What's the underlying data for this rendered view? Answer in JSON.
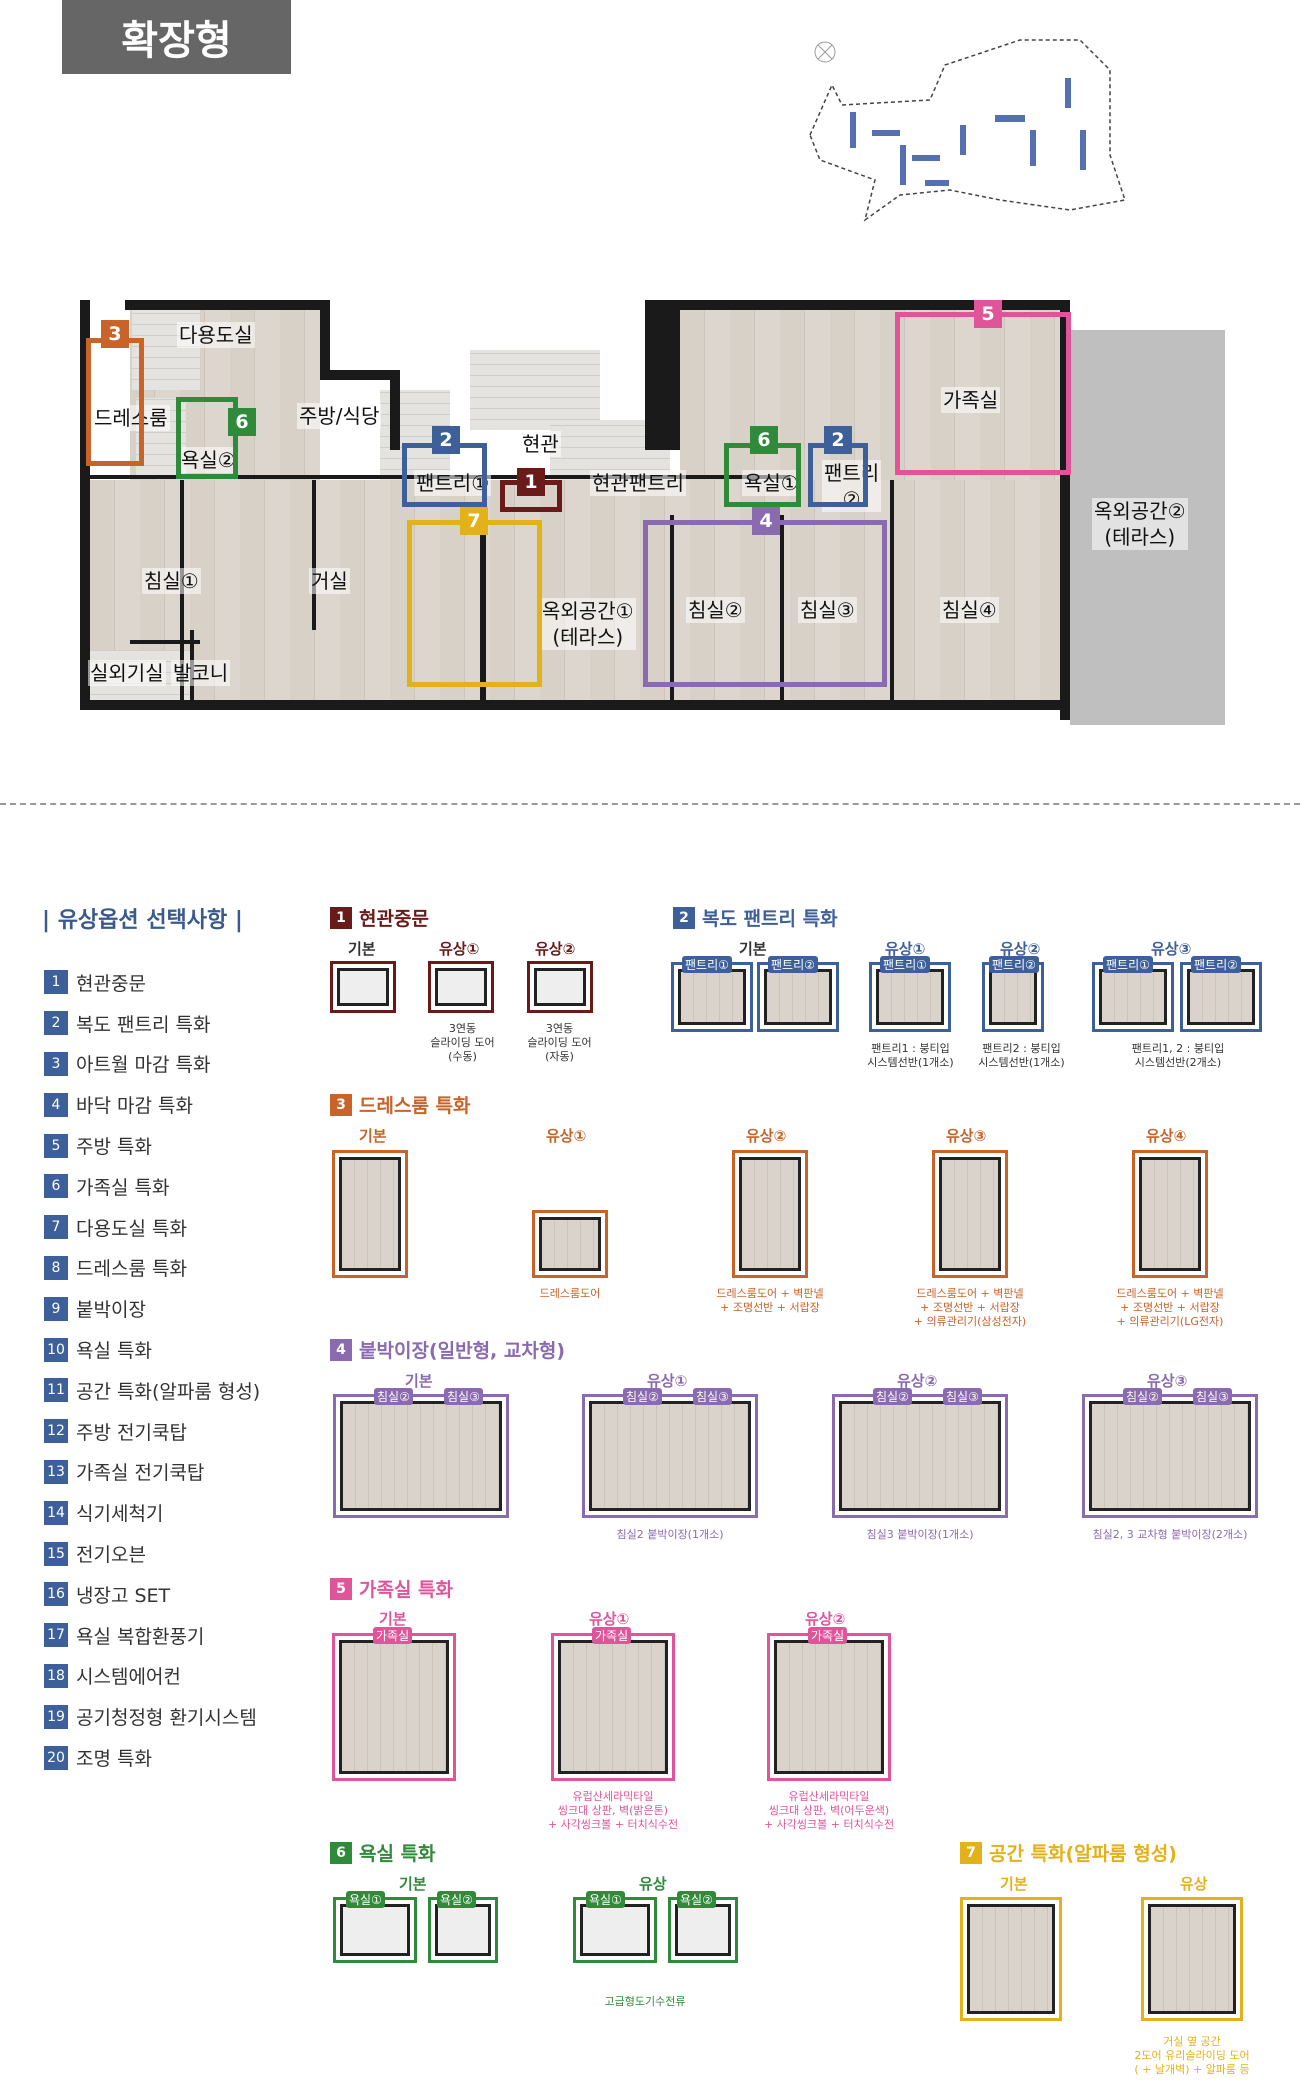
{
  "header": {
    "type_label": "확장형"
  },
  "plan": {
    "rooms": {
      "multipurpose_room": "다용도실",
      "dressroom": "드레스룸",
      "kitchen_dining": "주방/식당",
      "bath2": "욕실②",
      "entrance": "현관",
      "pantry1": "팬트리①",
      "entrance_pantry": "현관팬트리",
      "bath1": "욕실①",
      "pantry2": "팬트리\n②",
      "family_room": "가족실",
      "outdoor2": "옥외공간②\n(테라스)",
      "bedroom1": "침실①",
      "living": "거실",
      "outdoor1": "옥외공간①\n(테라스)",
      "bedroom2": "침실②",
      "bedroom3": "침실③",
      "bedroom4": "침실④",
      "outdoor_unit": "실외기실",
      "balcony": "발코니"
    },
    "markers": [
      "1",
      "2",
      "2",
      "3",
      "4",
      "5",
      "6",
      "6",
      "7"
    ]
  },
  "options": {
    "title": "| 유상옵션 선택사항 |",
    "items": [
      {
        "n": "1",
        "label": "현관중문"
      },
      {
        "n": "2",
        "label": "복도 팬트리 특화"
      },
      {
        "n": "3",
        "label": "아트월 마감 특화"
      },
      {
        "n": "4",
        "label": "바닥 마감 특화"
      },
      {
        "n": "5",
        "label": "주방 특화"
      },
      {
        "n": "6",
        "label": "가족실 특화"
      },
      {
        "n": "7",
        "label": "다용도실 특화"
      },
      {
        "n": "8",
        "label": "드레스룸 특화"
      },
      {
        "n": "9",
        "label": "붙박이장"
      },
      {
        "n": "10",
        "label": "욕실 특화"
      },
      {
        "n": "11",
        "label": "공간 특화(알파룸 형성)"
      },
      {
        "n": "12",
        "label": "주방 전기쿡탑"
      },
      {
        "n": "13",
        "label": "가족실 전기쿡탑"
      },
      {
        "n": "14",
        "label": "식기세척기"
      },
      {
        "n": "15",
        "label": "전기오븐"
      },
      {
        "n": "16",
        "label": "냉장고 SET"
      },
      {
        "n": "17",
        "label": "욕실 복합환풍기"
      },
      {
        "n": "18",
        "label": "시스템에어컨"
      },
      {
        "n": "19",
        "label": "공기청정형 환기시스템"
      },
      {
        "n": "20",
        "label": "조명 특화"
      }
    ]
  },
  "sections": {
    "s1": {
      "n": "1",
      "title": "현관중문",
      "labels": [
        "기본",
        "유상①",
        "유상②"
      ],
      "captions": [
        "3연동\n슬라이딩 도어\n(수동)",
        "3연동\n슬라이딩 도어\n(자동)"
      ]
    },
    "s2": {
      "n": "2",
      "title": "복도 팬트리 특화",
      "labels": [
        "기본",
        "유상①",
        "유상②",
        "유상③"
      ],
      "tags": [
        "팬트리①",
        "팬트리②"
      ],
      "captions": [
        "팬트리1 : 붕티입\n시스템선반(1개소)",
        "팬트리2 : 붕티입\n시스템선반(1개소)",
        "팬트리1, 2 : 붕티입\n시스템선반(2개소)"
      ]
    },
    "s3": {
      "n": "3",
      "title": "드레스룸 특화",
      "labels": [
        "기본",
        "유상①",
        "유상②",
        "유상③",
        "유상④"
      ],
      "captions": [
        "드레스룸도어",
        "드레스룸도어 + 벽판넬\n+ 조명선반 + 서랍장",
        "드레스룸도어 + 벽판넬\n+ 조명선반 + 서랍장\n+ 의류관리기(삼성전자)",
        "드레스룸도어 + 벽판넬\n+ 조명선반 + 서랍장\n+ 의류관리기(LG전자)"
      ]
    },
    "s4": {
      "n": "4",
      "title": "붙박이장(일반형, 교차형)",
      "labels": [
        "기본",
        "유상①",
        "유상②",
        "유상③"
      ],
      "tags": [
        "침실②",
        "침실③"
      ],
      "captions": [
        "침실2 붙박이장(1개소)",
        "침실3 붙박이장(1개소)",
        "침실2, 3 교차형 붙박이장(2개소)"
      ]
    },
    "s5": {
      "n": "5",
      "title": "가족실 특화",
      "labels": [
        "기본",
        "유상①",
        "유상②"
      ],
      "tag": "가족실",
      "captions": [
        "유럽산세라믹타일\n씽크대 상판, 벽(밝은톤)\n+ 사각씽크볼 + 터치식수전",
        "유럽산세라믹타일\n씽크대 상판, 벽(어두운색)\n+ 사각씽크볼 + 터치식수전"
      ]
    },
    "s6": {
      "n": "6",
      "title": "욕실 특화",
      "labels": [
        "기본",
        "유상"
      ],
      "tags": [
        "욕실①",
        "욕실②"
      ],
      "captions": [
        "고급형도기수전류"
      ]
    },
    "s7": {
      "n": "7",
      "title": "공간 특화(알파룸 형성)",
      "labels": [
        "기본",
        "유상"
      ],
      "captions": [
        "거실 옆 공간\n2도어 유리슬라이딩 도어\n( + 날개벽) + 알파룸 등"
      ]
    }
  },
  "colors": {
    "c1": "#6b1a1a",
    "c2": "#3d5f9a",
    "c3": "#c8632a",
    "c4": "#8a6bb0",
    "c5": "#e0559a",
    "c6": "#2f8a3a",
    "c7": "#e3b21a"
  }
}
